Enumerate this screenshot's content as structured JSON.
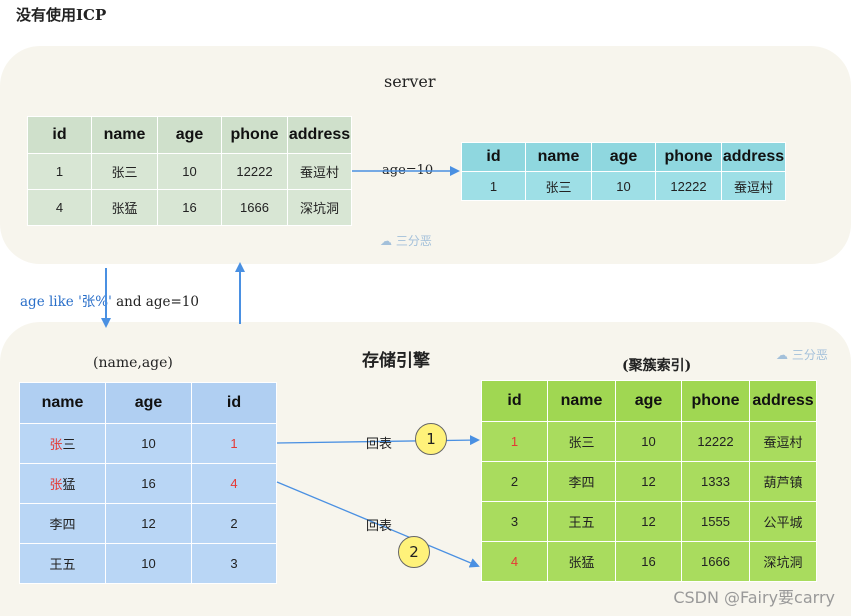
{
  "page_title": "没有使用ICP",
  "server": {
    "title": "server",
    "result_table": {
      "headers": [
        "id",
        "name",
        "age",
        "phone",
        "address"
      ],
      "rows": [
        [
          "1",
          "张三",
          "10",
          "12222",
          "蚕逗村"
        ],
        [
          "4",
          "张猛",
          "16",
          "1666",
          "深坑洞"
        ]
      ]
    },
    "filter_label": "age=10",
    "filtered_table": {
      "headers": [
        "id",
        "name",
        "age",
        "phone",
        "address"
      ],
      "rows": [
        [
          "1",
          "张三",
          "10",
          "12222",
          "蚕逗村"
        ]
      ]
    }
  },
  "query_condition": {
    "part1": "age like '张%'",
    "part2": " and age=10"
  },
  "engine": {
    "title": "存储引擎",
    "index_label": "(name,age)",
    "index_table": {
      "headers": [
        "name",
        "age",
        "id"
      ],
      "rows": [
        [
          "张三",
          "10",
          "1"
        ],
        [
          "张猛",
          "16",
          "4"
        ],
        [
          "李四",
          "12",
          "2"
        ],
        [
          "王五",
          "10",
          "3"
        ]
      ]
    },
    "cluster_label": "(聚簇索引)",
    "cluster_table": {
      "headers": [
        "id",
        "name",
        "age",
        "phone",
        "address"
      ],
      "rows": [
        [
          "1",
          "张三",
          "10",
          "12222",
          "蚕逗村"
        ],
        [
          "2",
          "李四",
          "12",
          "1333",
          "葫芦镇"
        ],
        [
          "3",
          "王五",
          "12",
          "1555",
          "公平城"
        ],
        [
          "4",
          "张猛",
          "16",
          "1666",
          "深坑洞"
        ]
      ]
    },
    "lookup_label_1": "回表",
    "lookup_label_2": "回表",
    "step_1": "1",
    "step_2": "2"
  },
  "watermark_text": "三分恶",
  "footer": "CSDN @Fairy要carry",
  "colors": {
    "arrow": "#4a90e2",
    "panel_bg": "#f7f5ed",
    "highlight_red": "#e53935"
  }
}
